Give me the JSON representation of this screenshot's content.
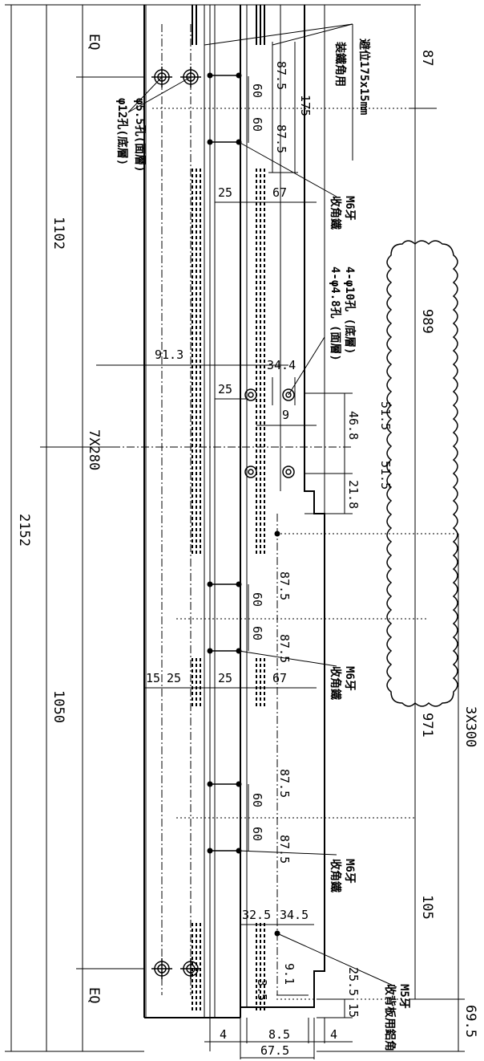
{
  "dimensions": {
    "total_2152": "2152",
    "d1102": "1102",
    "d1050": "1050",
    "eq_top": "EQ",
    "eq_bottom": "EQ",
    "spacing_7x280": "7X280",
    "spacing_3x300": "3X300",
    "d87": "87",
    "d989": "989",
    "d971": "971",
    "d105": "105",
    "d69_5": "69.5",
    "d175": "175",
    "d87_5_a": "87.5",
    "d87_5_b": "87.5",
    "d60_a": "60",
    "d60_b": "60",
    "d25_a": "25",
    "d67_a": "67",
    "d91_3": "91.3",
    "d34_4": "34.4",
    "d25_b": "25",
    "d9": "9",
    "d46_8": "46.8",
    "d51_5_a": "51.5",
    "d51_5_b": "51.5",
    "d21_8": "21.8",
    "d87_5_c": "87.5",
    "d60_c": "60",
    "d60_d": "60",
    "d87_5_d": "87.5",
    "d25_c": "25",
    "d67_b": "67",
    "d15": "15",
    "d25_d": "25",
    "d87_5_e": "87.5",
    "d60_e": "60",
    "d60_f": "60",
    "d87_5_f": "87.5",
    "d32_5": "32.5",
    "d34_5": "34.5",
    "d9_1": "9.1",
    "d3_5": "3.5",
    "d25_5": "25.5",
    "d15_b": "15",
    "d4_a": "4",
    "d8_5": "8.5",
    "d4_b": "4",
    "d67_5": "67.5"
  },
  "notes": {
    "cutout": "避位175x15mm",
    "corner_install": "装鐵角用",
    "hole_5_5": "φ5.5孔(面層)",
    "hole_12": "φ12孔(底層)",
    "m6_a_line1": "M6牙",
    "m6_a_line2": "收角鐵",
    "hole_4_10": "4-φ10孔 (底層)",
    "hole_4_4_8": "4-φ4.8孔 (面層)",
    "m6_b_line1": "M6牙",
    "m6_b_line2": "收角鐵",
    "m6_c_line1": "M6牙",
    "m6_c_line2": "收角鐵",
    "m5_line1": "M5牙",
    "m5_line2": "收背板用鋁角"
  },
  "colors": {
    "line": "#000000",
    "background": "#ffffff"
  }
}
